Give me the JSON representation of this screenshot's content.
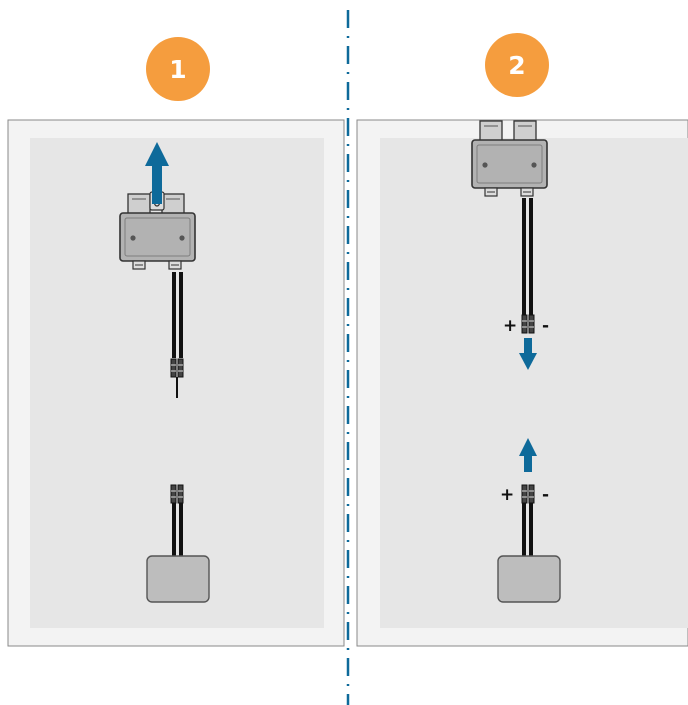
{
  "steps": [
    {
      "number": "1",
      "actions": [
        "unclip-optimizer-arrow-up"
      ],
      "icons": [
        "optimizer-box",
        "upward-arrow",
        "cable-connector-pair",
        "junction-box"
      ]
    },
    {
      "number": "2",
      "polarity_upper": {
        "plus": "+",
        "minus": "-"
      },
      "polarity_lower": {
        "plus": "+",
        "minus": "-"
      },
      "actions": [
        "disconnect-arrow-down",
        "disconnect-arrow-up"
      ],
      "icons": [
        "optimizer-box",
        "downward-arrow",
        "upward-arrow",
        "cable-connector-pair",
        "junction-box"
      ]
    }
  ],
  "colors": {
    "badge": "#F59D3E",
    "arrow": "#0E6A9A",
    "divider": "#0E6A9A",
    "panel_frame": "#F3F3F3",
    "panel_inner": "#E6E6E6",
    "optimizer_fill": "#B2B2B2",
    "junction_box_fill": "#BDBDBD",
    "cable": "#111111"
  }
}
